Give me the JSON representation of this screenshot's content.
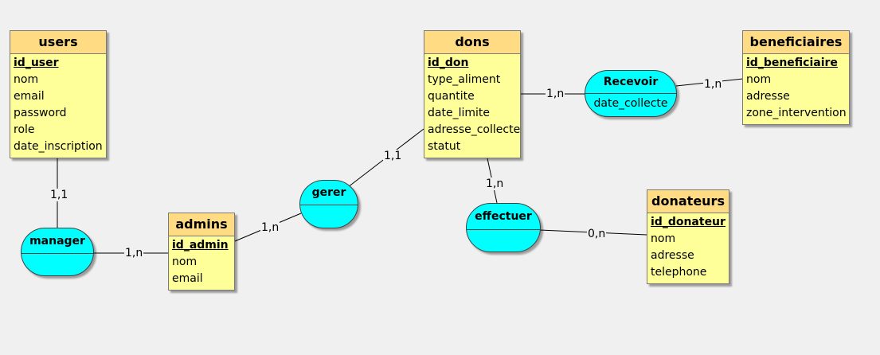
{
  "entities": {
    "users": {
      "name": "users",
      "key": "id_user",
      "attrs": [
        "nom",
        "email",
        "password",
        "role",
        "date_inscription"
      ]
    },
    "dons": {
      "name": "dons",
      "key": "id_don",
      "attrs": [
        "type_aliment",
        "quantite",
        "date_limite",
        "adresse_collecte",
        "statut"
      ]
    },
    "beneficiaires": {
      "name": "beneficiaires",
      "key": "id_beneficiaire",
      "attrs": [
        "nom",
        "adresse",
        "zone_intervention"
      ]
    },
    "admins": {
      "name": "admins",
      "key": "id_admin",
      "attrs": [
        "nom",
        "email"
      ]
    },
    "donateurs": {
      "name": "donateurs",
      "key": "id_donateur",
      "attrs": [
        "nom",
        "adresse",
        "telephone"
      ]
    }
  },
  "associations": {
    "recevoir": {
      "name": "Recevoir",
      "attrs": [
        "date_collecte"
      ]
    },
    "gerer": {
      "name": "gerer",
      "attrs": []
    },
    "effectuer": {
      "name": "effectuer",
      "attrs": []
    },
    "manager": {
      "name": "manager",
      "attrs": []
    }
  },
  "cardinalities": {
    "dons_recevoir": "1,n",
    "recevoir_beneficiaires": "1,n",
    "gerer_dons": "1,1",
    "admins_gerer": "1,n",
    "dons_effectuer": "1,n",
    "effectuer_donateurs": "0,n",
    "users_manager": "1,1",
    "manager_admins": "1,n"
  },
  "colors": {
    "entity_header": "#ffdb83",
    "entity_body": "#ffff99",
    "association_fill": "#00ffff",
    "background": "#f0f0f0"
  }
}
